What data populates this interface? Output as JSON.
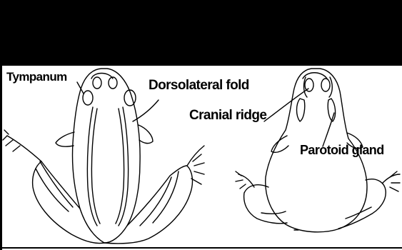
{
  "labels": {
    "tympanum": "Tympanum",
    "dorsolateral_fold": "Dorsolateral fold",
    "cranial_ridge": "Cranial ridge",
    "parotoid_gland": "Parotoid gland"
  },
  "colors": {
    "band": "#000000",
    "line": "#000000",
    "background": "#ffffff"
  }
}
